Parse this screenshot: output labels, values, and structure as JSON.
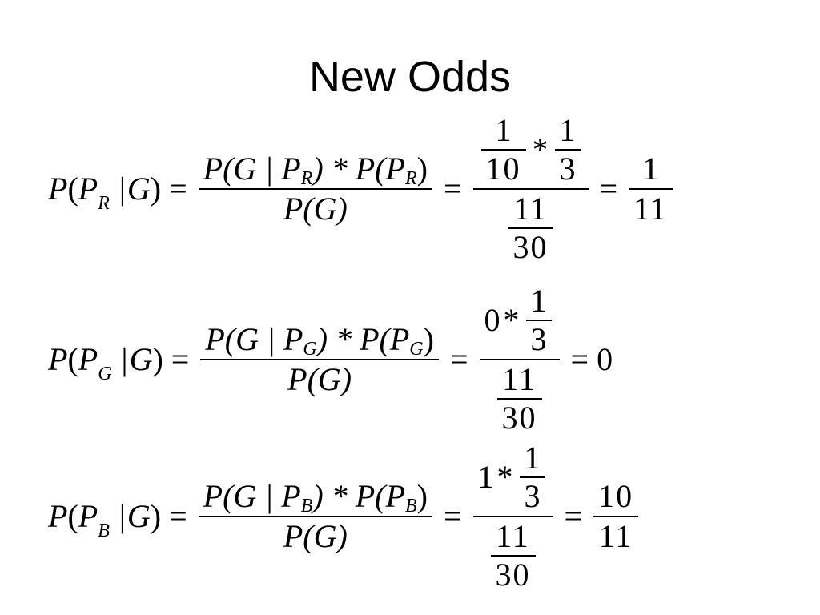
{
  "title": "New Odds",
  "equations": [
    {
      "sub": "R",
      "lhs": {
        "P": "P",
        "open": "(",
        "PP": "P",
        "bar": "|",
        "G": "G",
        "close": ")"
      },
      "eq1": "=",
      "frac1": {
        "num": "P(G | P",
        "num_mid": ") * P(P",
        "num_end": ")",
        "den": "P(G)"
      },
      "eq2": "=",
      "big": {
        "top_a_num": "1",
        "top_a_den": "10",
        "star": "*",
        "top_b_num": "1",
        "top_b_den": "3",
        "bot_num": "11",
        "bot_den": "30"
      },
      "eq3": "=",
      "result": {
        "num": "1",
        "den": "11"
      }
    },
    {
      "sub": "G",
      "lhs": {
        "P": "P",
        "open": "(",
        "PP": "P",
        "bar": "|",
        "G": "G",
        "close": ")"
      },
      "eq1": "=",
      "frac1": {
        "num": "P(G | P",
        "num_mid": ") * P(P",
        "num_end": ")",
        "den": "P(G)"
      },
      "eq2": "=",
      "big": {
        "top_a": "0",
        "star": "*",
        "top_b_num": "1",
        "top_b_den": "3",
        "bot_num": "11",
        "bot_den": "30"
      },
      "eq3": "=",
      "result_plain": "0"
    },
    {
      "sub": "B",
      "lhs": {
        "P": "P",
        "open": "(",
        "PP": "P",
        "bar": "|",
        "G": "G",
        "close": ")"
      },
      "eq1": "=",
      "frac1": {
        "num": "P(G | P",
        "num_mid": ") * P(P",
        "num_end": ")",
        "den": "P(G)"
      },
      "eq2": "=",
      "big": {
        "top_a": "1",
        "star": "*",
        "top_b_num": "1",
        "top_b_den": "3",
        "bot_num": "11",
        "bot_den": "30"
      },
      "eq3": "=",
      "result": {
        "num": "10",
        "den": "11"
      }
    }
  ]
}
